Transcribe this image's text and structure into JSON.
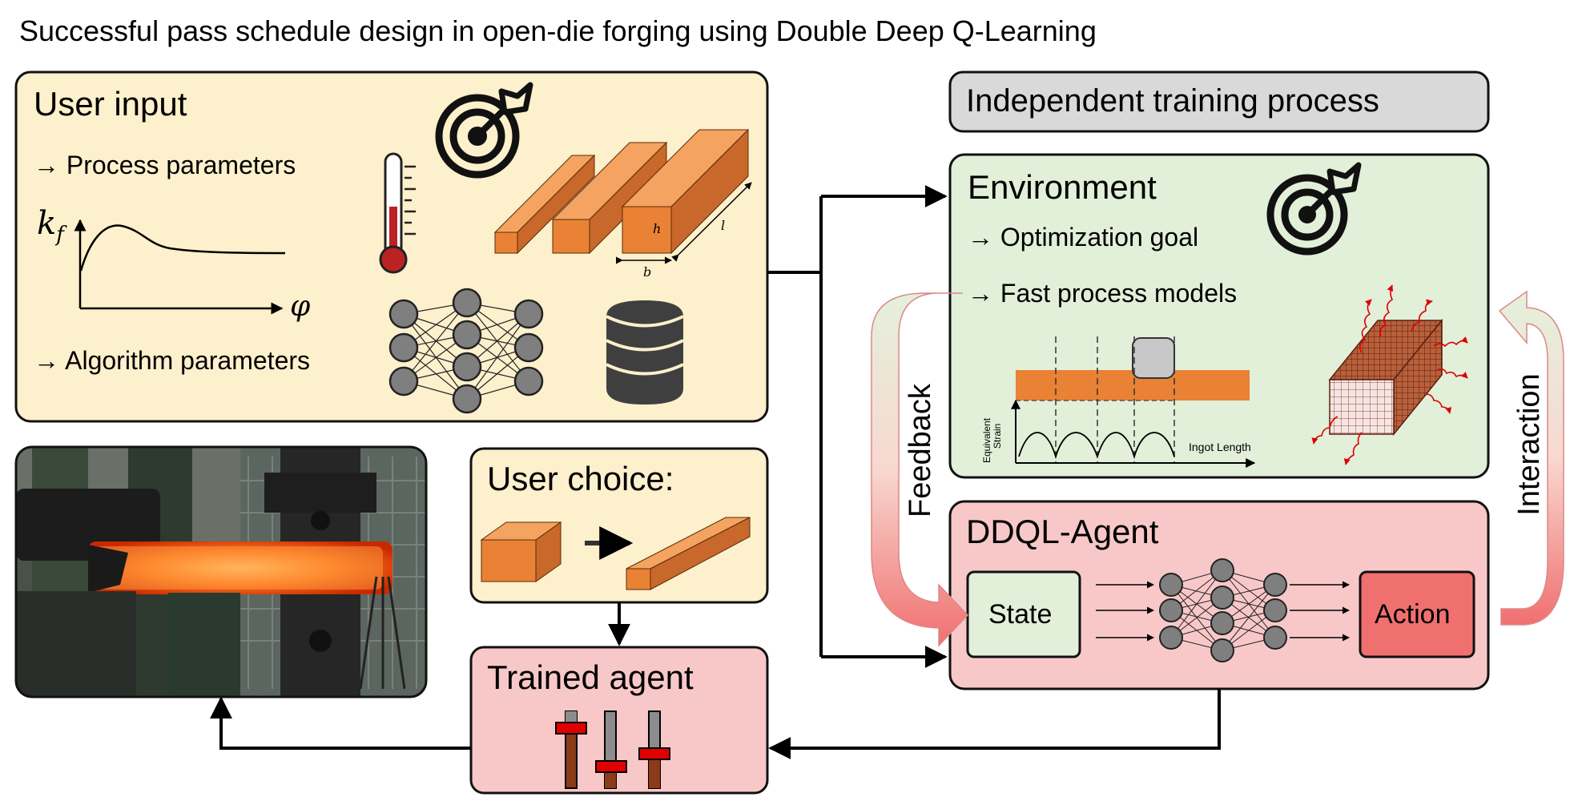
{
  "title": "Successful pass schedule design in open-die forging using Double Deep Q-Learning",
  "user_input": {
    "heading": "User input",
    "bullet_process": "→ Process parameters",
    "bullet_algorithm": "→ Algorithm parameters",
    "flow_curve": {
      "y_label": "k",
      "y_sub": "f",
      "x_label": "φ"
    },
    "bar_dims": {
      "h": "h",
      "l": "l",
      "b": "b"
    }
  },
  "training": {
    "heading": "Independent training process"
  },
  "environment": {
    "heading": "Environment",
    "bullet_goal": "→ Optimization goal",
    "bullet_models": "→ Fast process models",
    "strain_plot": {
      "y_label_1": "Equivalent",
      "y_label_2": "Strain",
      "x_label": "Ingot Length"
    }
  },
  "agent": {
    "heading": "DDQL-Agent",
    "state": "State",
    "action": "Action"
  },
  "loop": {
    "feedback": "Feedback",
    "interaction": "Interaction"
  },
  "user_choice": {
    "heading": "User choice:"
  },
  "trained_agent": {
    "heading": "Trained agent"
  },
  "colors": {
    "cream": "#fdf0cc",
    "green": "#e2efd9",
    "pink": "#f8c8c8",
    "action_red": "#f07070",
    "grey_box": "#d9d9d9",
    "orange": "#e98234",
    "slider_red": "#e00000"
  }
}
